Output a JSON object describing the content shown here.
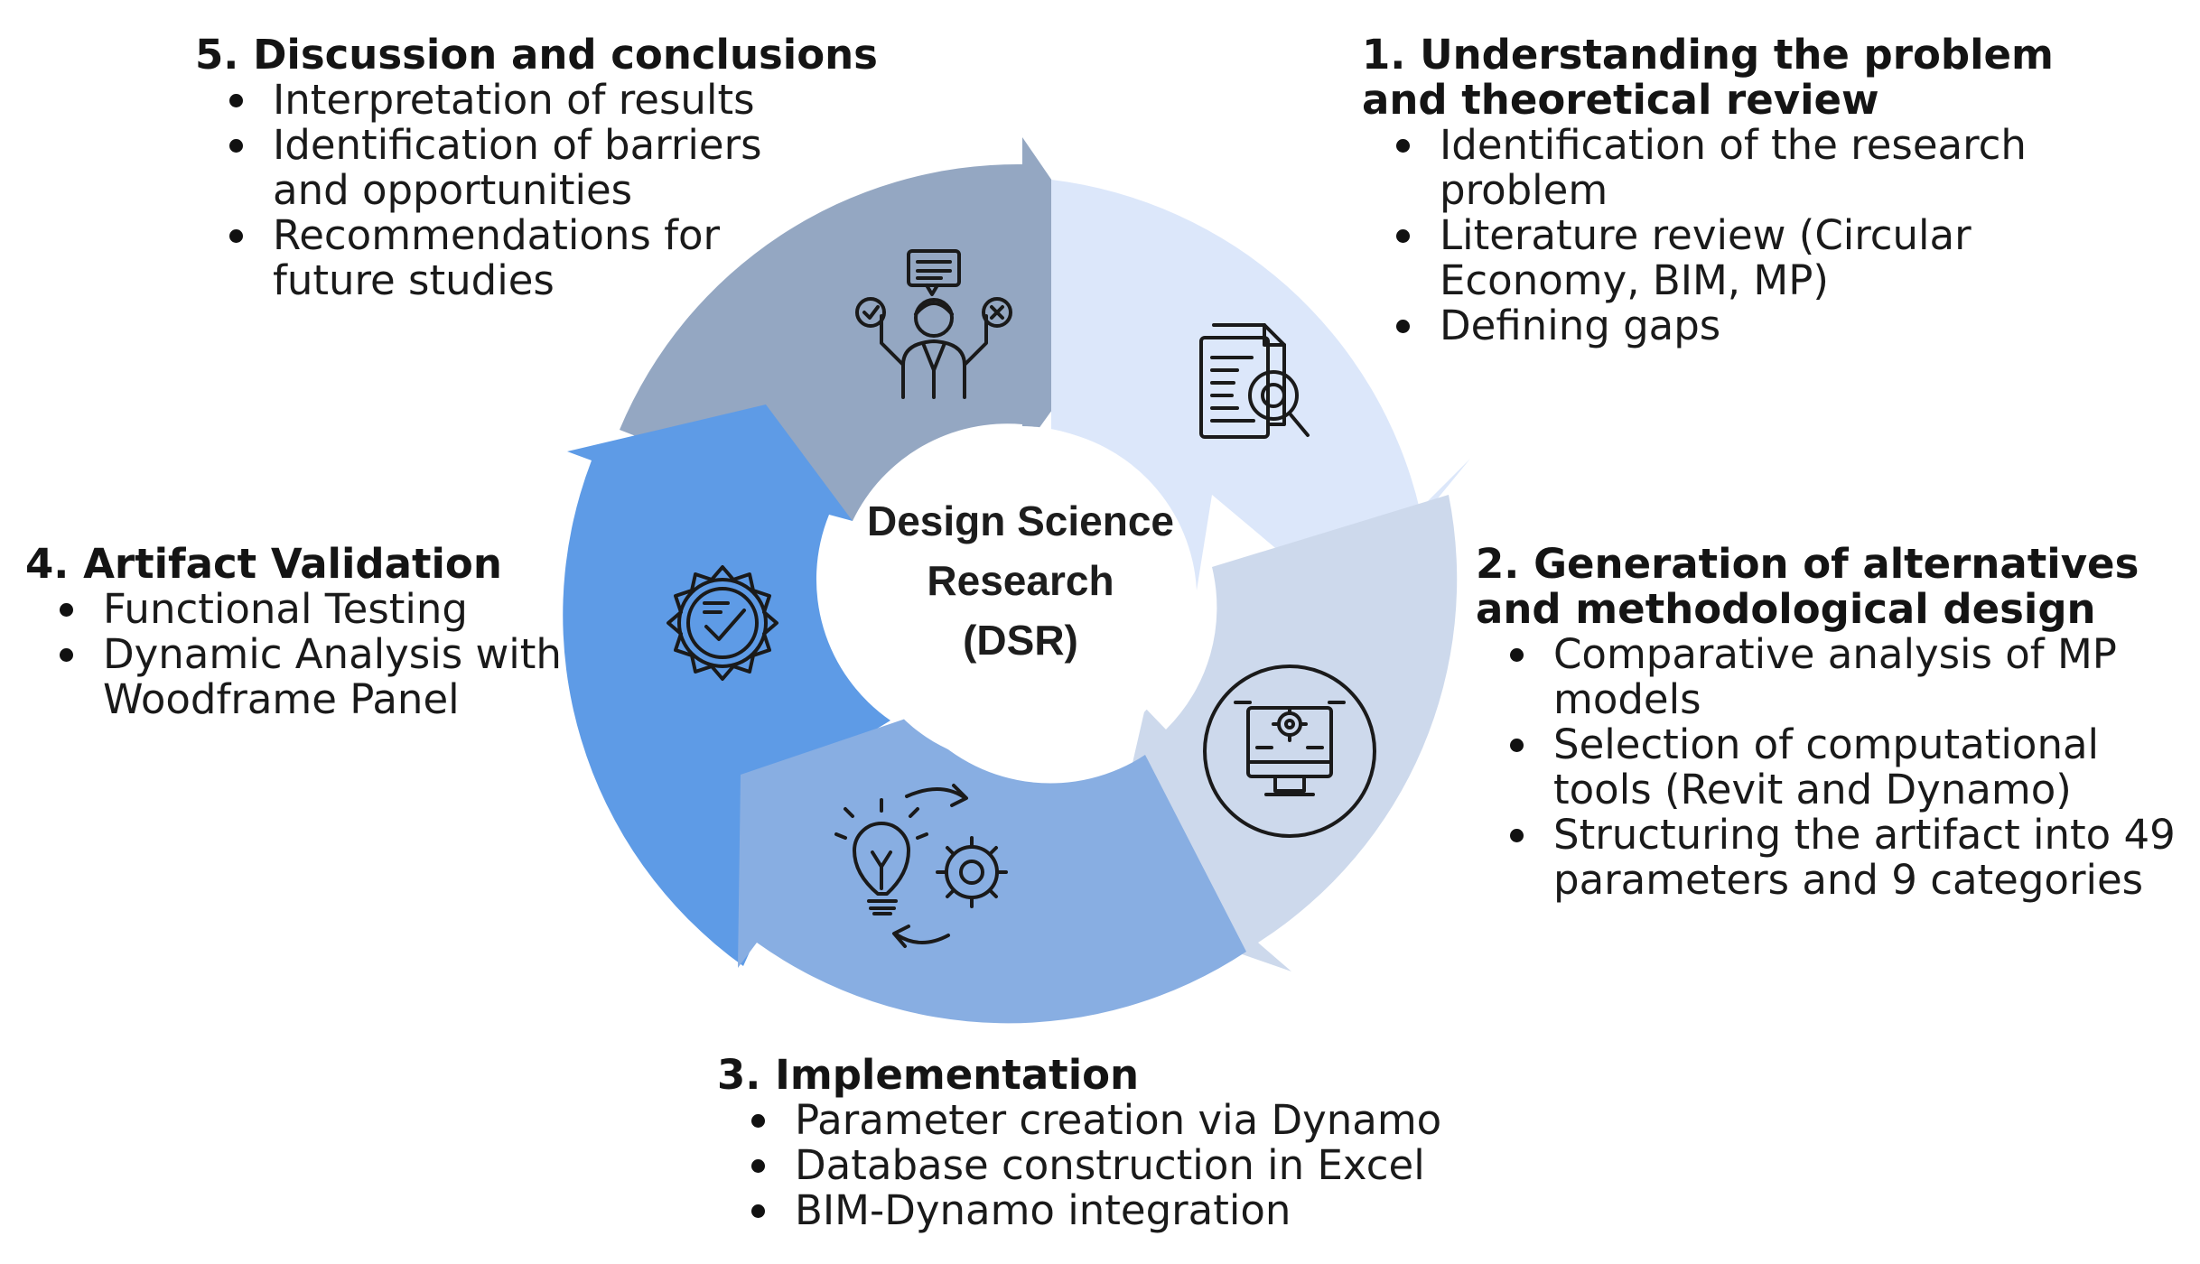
{
  "center": {
    "line1": "Design Science",
    "line2": "Research",
    "line3": "(DSR)"
  },
  "stages": [
    {
      "title_line1": "1. Understanding the problem",
      "title_line2": "and theoretical review",
      "items": [
        [
          "Identification of the research",
          "problem"
        ],
        [
          "Literature review (Circular",
          "Economy, BIM, MP)"
        ],
        [
          "Defining gaps"
        ]
      ],
      "icon": "document-search-icon",
      "color": "#dce7fa"
    },
    {
      "title_line1": "2. Generation of alternatives",
      "title_line2": "and methodological design",
      "items": [
        [
          "Comparative analysis of MP",
          "models"
        ],
        [
          "Selection of computational",
          "tools (Revit and Dynamo)"
        ],
        [
          "Structuring the artifact into 49",
          "parameters and 9 categories"
        ]
      ],
      "icon": "monitor-gear-icon",
      "color": "#cdd9ec"
    },
    {
      "title_line1": "3. Implementation",
      "items": [
        [
          "Parameter creation via Dynamo"
        ],
        [
          "Database construction in Excel"
        ],
        [
          "BIM-Dynamo integration"
        ]
      ],
      "icon": "idea-gear-cycle-icon",
      "color": "#88aee2"
    },
    {
      "title_line1": "4. Artifact Validation",
      "items": [
        [
          "Functional Testing"
        ],
        [
          "Dynamic Analysis with",
          "Woodframe Panel"
        ]
      ],
      "icon": "check-badge-icon",
      "color": "#5e9be6"
    },
    {
      "title_line1": "5. Discussion and conclusions",
      "items": [
        [
          "Interpretation of results"
        ],
        [
          "Identification of barriers",
          "and opportunities"
        ],
        [
          "Recommendations for",
          "future studies"
        ]
      ],
      "icon": "person-decision-icon",
      "color": "#94a7c2"
    }
  ]
}
